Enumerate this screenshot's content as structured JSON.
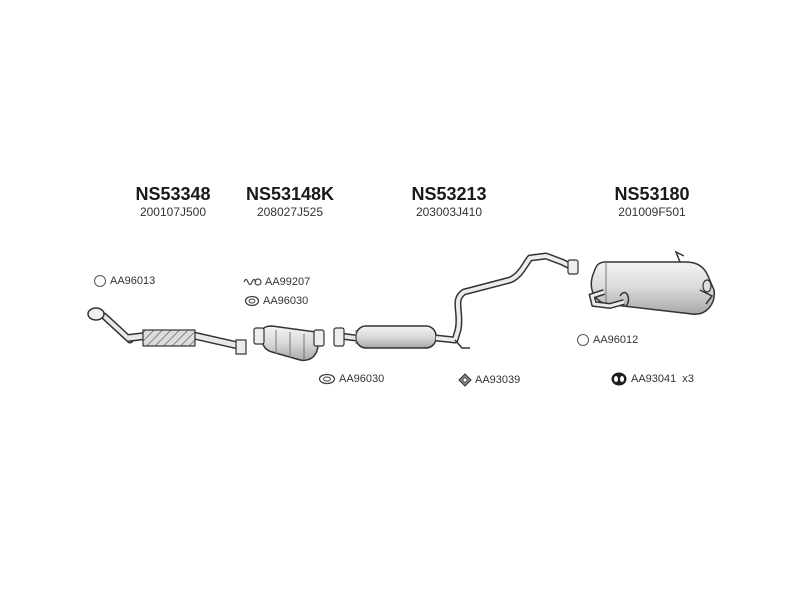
{
  "parts": [
    {
      "number": "NS53348",
      "code": "200107J500"
    },
    {
      "number": "NS53148K",
      "code": "208027J525"
    },
    {
      "number": "NS53213",
      "code": "203003J410"
    },
    {
      "number": "NS53180",
      "code": "201009F501"
    }
  ],
  "accessories": {
    "aa96013": {
      "label": "AA96013",
      "icon": "gasket-ring-icon"
    },
    "aa99207": {
      "label": "AA99207",
      "icon": "spring-bolt-icon"
    },
    "aa96030_top": {
      "label": "AA96030",
      "icon": "oval-gasket-icon"
    },
    "aa96030_bottom": {
      "label": "AA96030",
      "icon": "oval-gasket-icon"
    },
    "aa93039": {
      "label": "AA93039",
      "icon": "rubber-mount-icon"
    },
    "aa96012": {
      "label": "AA96012",
      "icon": "gasket-ring-icon"
    },
    "aa93041": {
      "label": "AA93041",
      "quantity": "x3",
      "icon": "rubber-hanger-icon"
    }
  },
  "colors": {
    "line": "#333333",
    "fill": "#e6e6e6",
    "shade": "#bdbdbd"
  }
}
